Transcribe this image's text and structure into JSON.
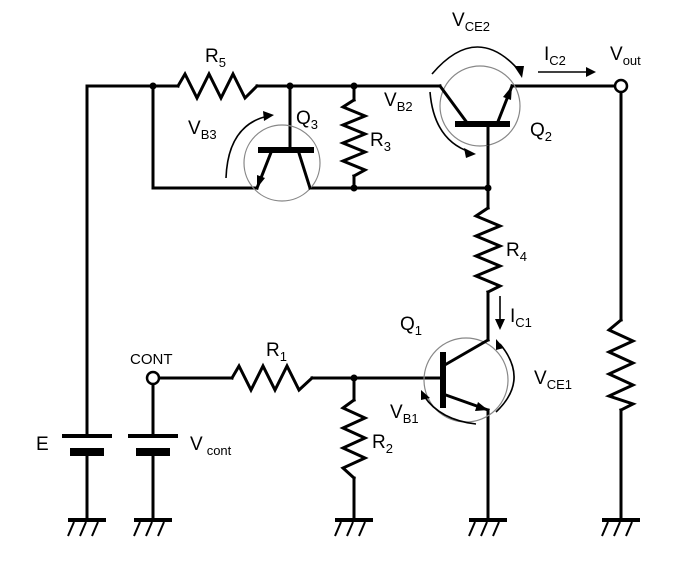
{
  "diagram": {
    "labels": {
      "R5": {
        "main": "R",
        "sub": "5"
      },
      "R3": {
        "main": "R",
        "sub": "3"
      },
      "R4": {
        "main": "R",
        "sub": "4"
      },
      "R1": {
        "main": "R",
        "sub": "1"
      },
      "R2": {
        "main": "R",
        "sub": "2"
      },
      "Q1": {
        "main": "Q",
        "sub": "1"
      },
      "Q2": {
        "main": "Q",
        "sub": "2"
      },
      "Q3": {
        "main": "Q",
        "sub": "3"
      },
      "VCE2": {
        "main": "V",
        "sub": "CE2"
      },
      "IC2": {
        "main": "I",
        "sub": "C2"
      },
      "Vout": {
        "main": "V",
        "sub": "out"
      },
      "VB2": {
        "main": "V",
        "sub": "B2"
      },
      "VB3": {
        "main": "V",
        "sub": "B3"
      },
      "IC1": {
        "main": "I",
        "sub": "C1"
      },
      "VCE1": {
        "main": "V",
        "sub": "CE1"
      },
      "VB1": {
        "main": "V",
        "sub": "B1"
      },
      "CONT": "CONT",
      "E": "E",
      "Vcont": {
        "main": "V",
        "sub": "cont"
      }
    }
  }
}
